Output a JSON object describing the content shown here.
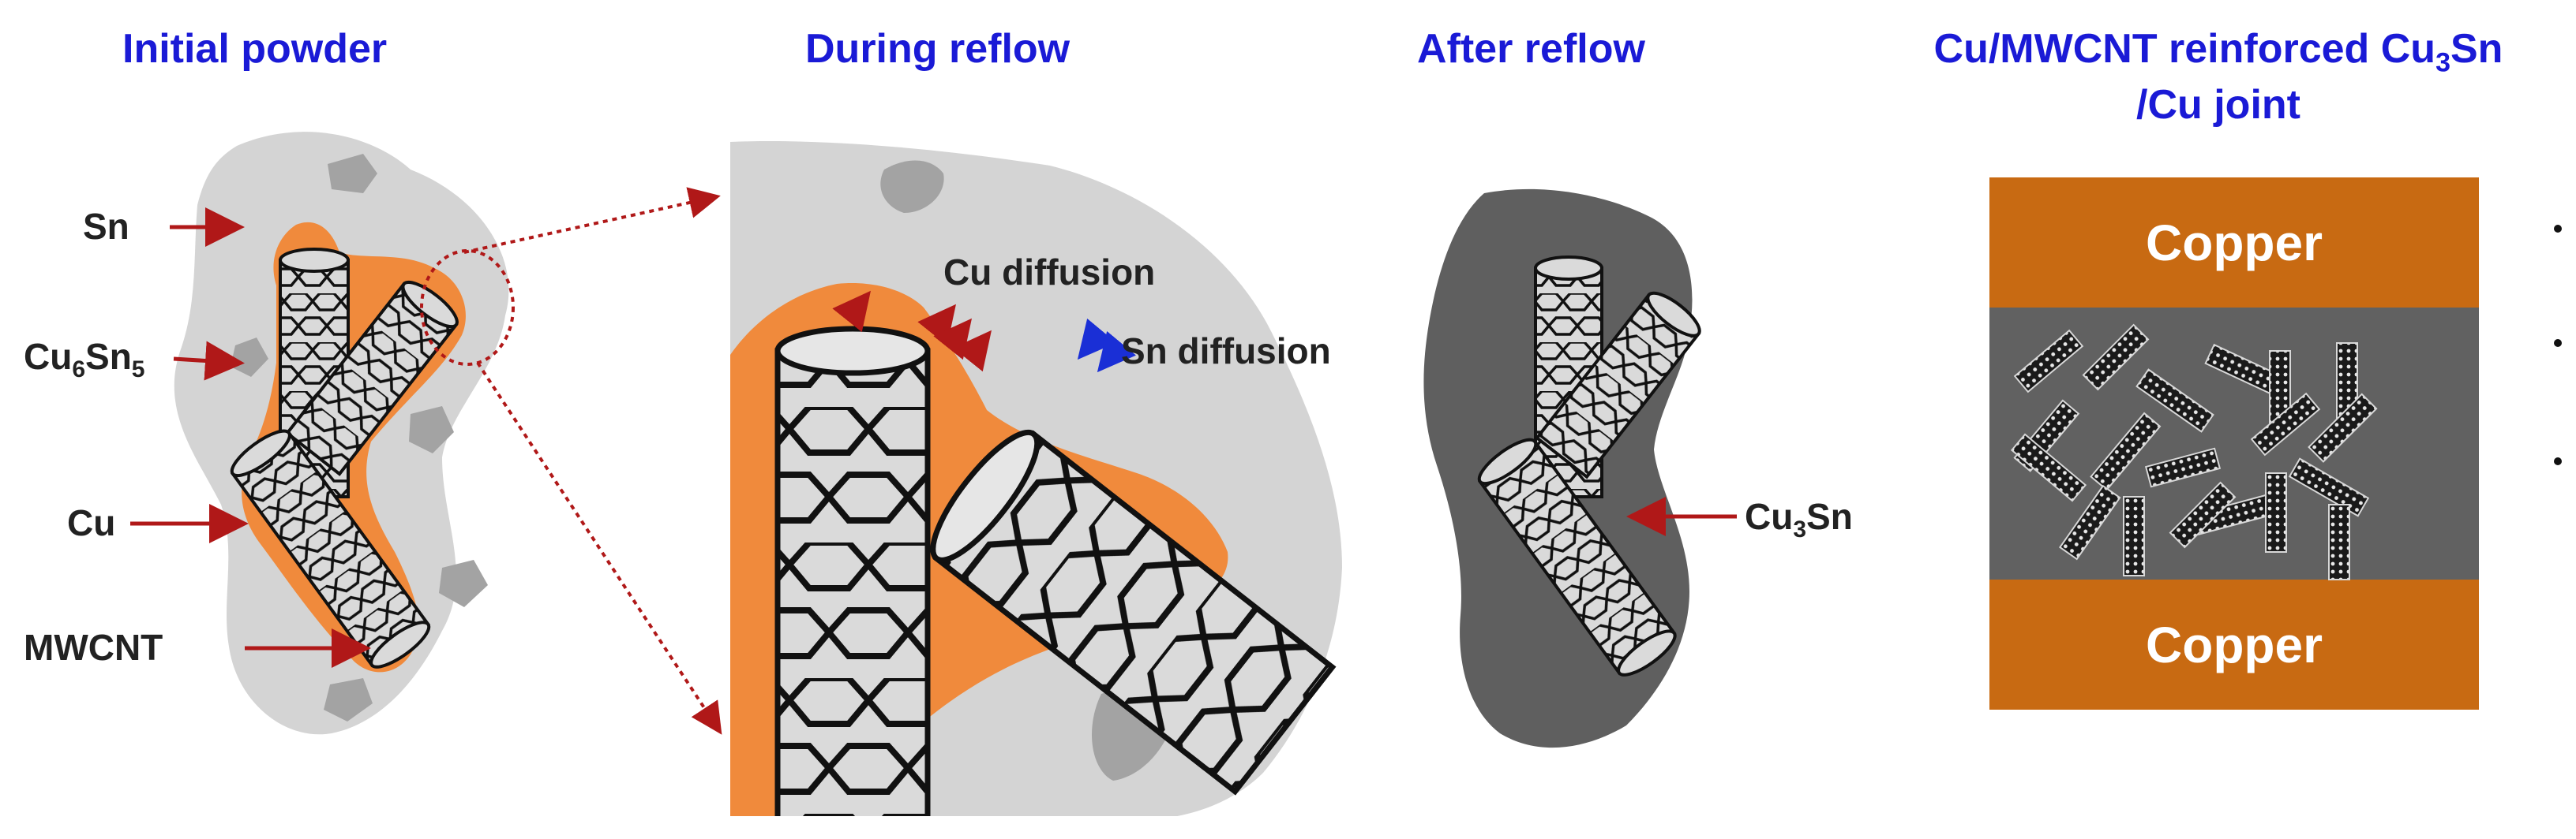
{
  "stages": {
    "initial": {
      "title": "Initial powder"
    },
    "during": {
      "title": "During reflow"
    },
    "after": {
      "title": "After reflow"
    },
    "joint": {
      "title_line1": "Cu/MWCNT reinforced Cu",
      "title_sub": "3",
      "title_line1_end": "Sn",
      "title_line2": "/Cu joint"
    }
  },
  "labels": {
    "sn": "Sn",
    "cu6sn5_a": "Cu",
    "cu6sn5_sub1": "6",
    "cu6sn5_b": "Sn",
    "cu6sn5_sub2": "5",
    "cu": "Cu",
    "mwcnt": "MWCNT",
    "cu_diffusion": "Cu diffusion",
    "sn_diffusion": "Sn diffusion",
    "cu3sn_a": "Cu",
    "cu3sn_sub": "3",
    "cu3sn_b": "Sn"
  },
  "joint": {
    "top_band": "Copper",
    "bottom_band": "Copper"
  },
  "colors": {
    "title": "#1a1ad6",
    "arrow": "#b01818",
    "sn_arrow": "#1a2fd6",
    "copper": "#c86a12",
    "cu_layer": "#f08a3c",
    "sn_matrix": "#d4d4d4",
    "cu6sn5": "#a3a3a3",
    "cu3sn": "#5f5f5f"
  }
}
